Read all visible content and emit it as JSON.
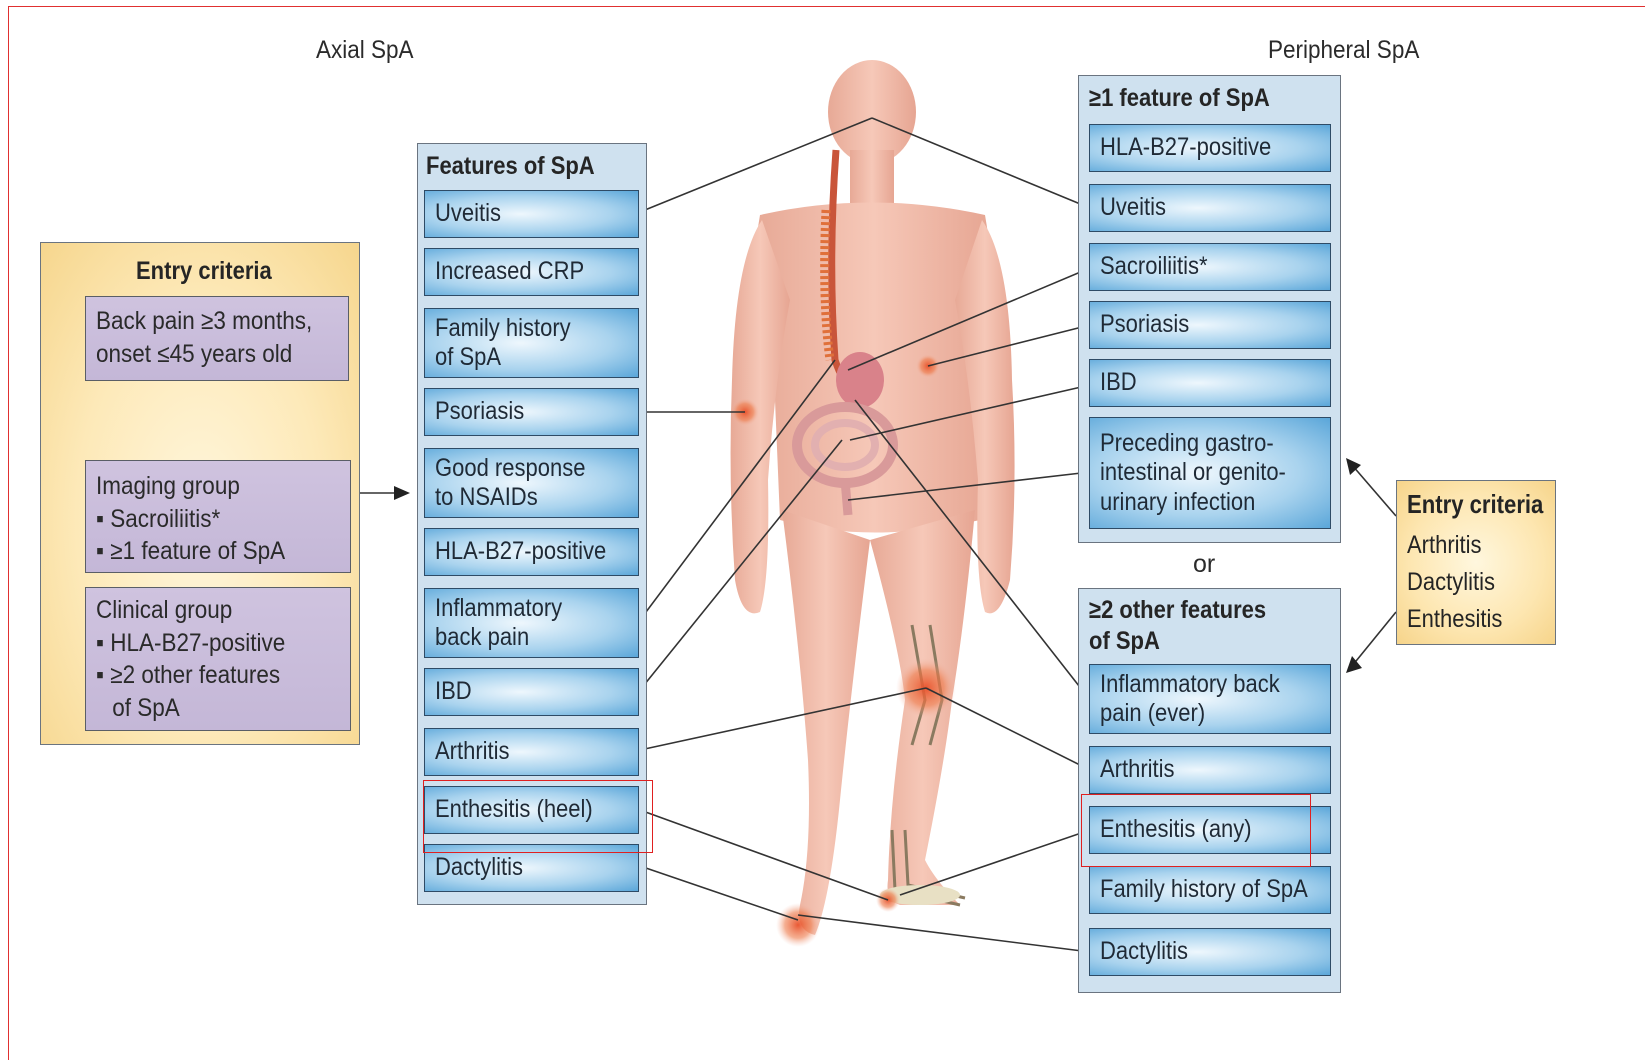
{
  "headings": {
    "axial": "Axial SpA",
    "peripheral": "Peripheral SpA"
  },
  "axial_entry": {
    "title": "Entry criteria",
    "back_pain": [
      "Back pain ≥3 months,",
      "onset ≤45 years old"
    ],
    "imaging_group": [
      "Imaging group",
      "▪ Sacroiliitis*",
      "▪ ≥1 feature of SpA"
    ],
    "clinical_group": [
      "Clinical group",
      "▪ HLA-B27-positive",
      "▪ ≥2 other features",
      "   of SpA"
    ]
  },
  "features_panel": {
    "title": "Features of SpA",
    "items": [
      [
        "Uveitis"
      ],
      [
        "Increased CRP"
      ],
      [
        "Family history",
        "of SpA"
      ],
      [
        "Psoriasis"
      ],
      [
        "Good response",
        "to NSAIDs"
      ],
      [
        "HLA-B27-positive"
      ],
      [
        "Inflammatory",
        "back pain"
      ],
      [
        "IBD"
      ],
      [
        "Arthritis"
      ],
      [
        "Enthesitis (heel)"
      ],
      [
        "Dactylitis"
      ]
    ]
  },
  "peripheral_top": {
    "title": "≥1 feature of SpA",
    "items": [
      [
        "HLA-B27-positive"
      ],
      [
        "Uveitis"
      ],
      [
        "Sacroiliitis*"
      ],
      [
        "Psoriasis"
      ],
      [
        "IBD"
      ],
      [
        "Preceding gastro-",
        "intestinal or genito-",
        "urinary infection"
      ]
    ]
  },
  "or_label": "or",
  "peripheral_bottom": {
    "title": [
      "≥2 other features",
      "of SpA"
    ],
    "items": [
      [
        "Inflammatory back",
        "pain (ever)"
      ],
      [
        "Arthritis"
      ],
      [
        "Enthesitis (any)"
      ],
      [
        "Family history of SpA"
      ],
      [
        "Dactylitis"
      ]
    ]
  },
  "peripheral_entry": {
    "title": "Entry criteria",
    "items": [
      "Arthritis",
      "Dactylitis",
      "Enthesitis"
    ]
  },
  "colors": {
    "frame": "#e03030",
    "body_skin": "#f2b9a8",
    "inflammation": "#e8602a",
    "feature_box": "#5aa6d9",
    "group_box": "#c4b7d7",
    "entry_panel": "#fde9b8"
  }
}
